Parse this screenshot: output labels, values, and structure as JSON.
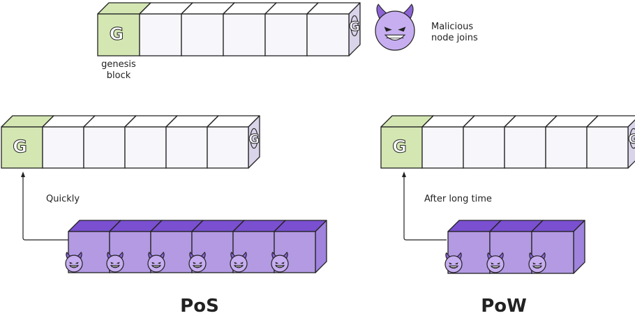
{
  "top": {
    "genesis_letter": "G",
    "genesis_label_line1": "genesis",
    "genesis_label_line2": "block",
    "block_letter": "G",
    "block_count": 6,
    "malicious_label_line1": "Malicious",
    "malicious_label_line2": "node joins"
  },
  "pos": {
    "title": "PoS",
    "arrow_label": "Quickly",
    "honest_block_count": 6,
    "malicious_block_count": 6
  },
  "pow": {
    "title": "PoW",
    "arrow_label": "After long time",
    "honest_block_count": 6,
    "malicious_block_count": 3
  },
  "colors": {
    "genesis_front": "#d4e7b3",
    "genesis_side": "#7ab648",
    "block_front": "#f7f6fb",
    "block_top": "#ffffff",
    "block_side": "#dad4ea",
    "purple_front": "#b39ae3",
    "purple_top": "#7a4fd0",
    "purple_side": "#9f83dd",
    "devil_face": "#c7aef0",
    "devil_horn": "#8c64d6",
    "outline": "#222222"
  }
}
